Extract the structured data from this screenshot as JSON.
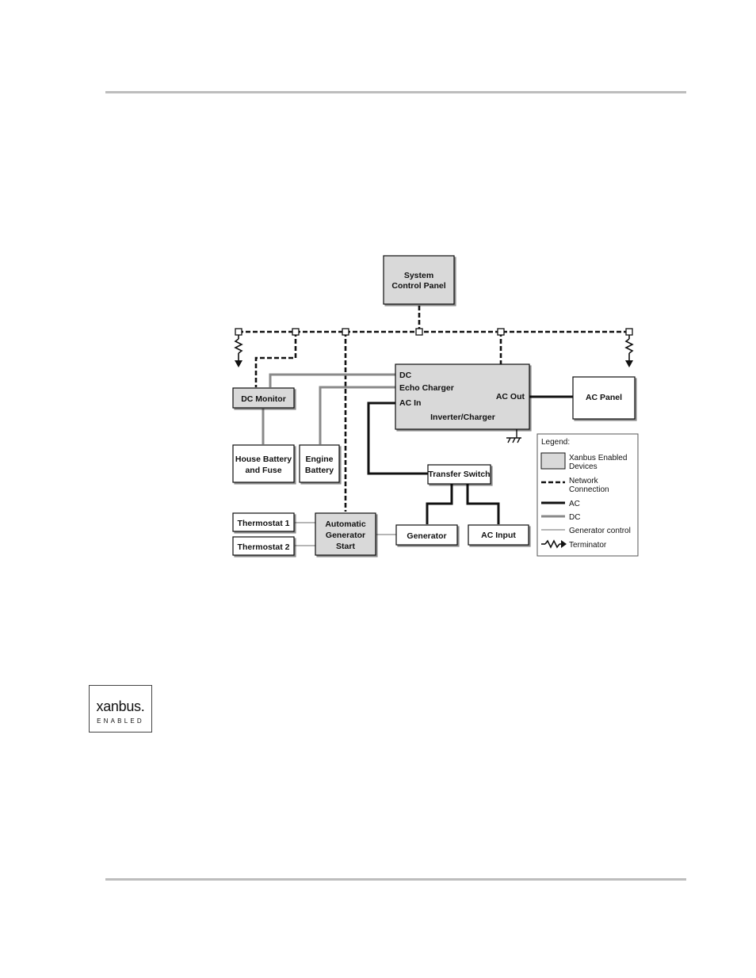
{
  "colors": {
    "device_fill": "#d9d9d9",
    "box_fill": "#ffffff",
    "stroke": "#111111",
    "dc_line": "#8a8a8a",
    "gen_line": "#8a8a8a",
    "rule": "#bdbdbd"
  },
  "diagram": {
    "boxes": {
      "system_control_panel": [
        "System",
        "Control Panel"
      ],
      "dc_monitor": [
        "DC Monitor"
      ],
      "house_battery": [
        "House Battery",
        "and Fuse"
      ],
      "engine_battery": [
        "Engine",
        "Battery"
      ],
      "thermostat_1": [
        "Thermostat 1"
      ],
      "thermostat_2": [
        "Thermostat 2"
      ],
      "ags": [
        "Automatic",
        "Generator",
        "Start"
      ],
      "transfer_switch": [
        "Transfer Switch"
      ],
      "generator": [
        "Generator"
      ],
      "ac_input": [
        "AC Input"
      ],
      "ac_panel": [
        "AC Panel"
      ]
    },
    "inverter_labels": {
      "dc": "DC",
      "echo_charger": "Echo Charger",
      "ac_in": "AC In",
      "ac_out": "AC Out",
      "name": "Inverter/Charger"
    },
    "legend": {
      "title": "Legend:",
      "items": [
        {
          "key": "xanbus",
          "label": [
            "Xanbus Enabled",
            "Devices"
          ]
        },
        {
          "key": "network",
          "label": [
            "Network",
            "Connection"
          ]
        },
        {
          "key": "ac",
          "label": [
            "AC"
          ]
        },
        {
          "key": "dc",
          "label": [
            "DC"
          ]
        },
        {
          "key": "gen",
          "label": [
            "Generator control"
          ]
        },
        {
          "key": "term",
          "label": [
            "Terminator"
          ]
        }
      ]
    }
  },
  "logo": {
    "word": "xanbus.",
    "sub": "ENABLED"
  }
}
